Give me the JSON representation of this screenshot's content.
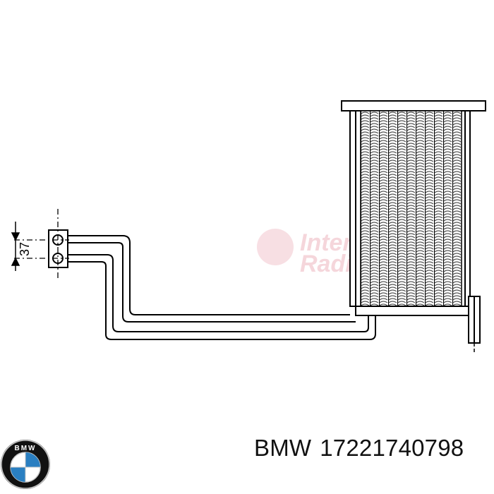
{
  "diagram": {
    "dimension_label": "37",
    "watermark_lines": [
      "Inter Cars",
      "Radiators"
    ]
  },
  "logo": {
    "name": "bmw-logo",
    "lettering": "BMW",
    "colors": {
      "ring": "#111111",
      "blue": "#2a7fc1",
      "white": "#ffffff",
      "silver": "#c9c9c9"
    }
  },
  "part": {
    "brand": "BMW",
    "number": "17221740798"
  },
  "colors": {
    "line": "#000000",
    "background": "#ffffff"
  }
}
